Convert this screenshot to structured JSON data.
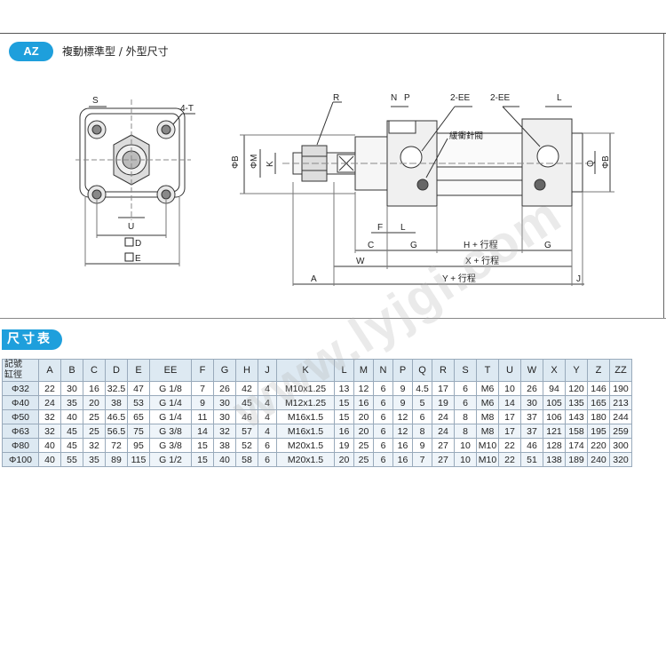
{
  "header": {
    "badge": "AZ",
    "title": "複動標準型 / 外型尺寸"
  },
  "drawing": {
    "labels": {
      "S": "S",
      "T": "4-T",
      "U": "U",
      "D": "D",
      "E": "E",
      "R": "R",
      "N": "N",
      "P": "P",
      "EE1": "2-EE",
      "EE2": "2-EE",
      "L_top": "L",
      "valve": "緩衝針閥",
      "phiB": "ΦB",
      "phiM": "ΦM",
      "K": "K",
      "F": "F",
      "L_bot": "L",
      "C": "C",
      "G1": "G",
      "HStroke": "H + 行程",
      "G2": "G",
      "W": "W",
      "XStroke": "X + 行程",
      "A": "A",
      "YStroke": "Y + 行程",
      "J": "J",
      "Q": "Q",
      "phiB2": "ΦB"
    }
  },
  "table_section": {
    "title": "尺寸表",
    "header_corner_top": "記號",
    "header_corner_bottom": "缸徑",
    "columns": [
      "A",
      "B",
      "C",
      "D",
      "E",
      "EE",
      "F",
      "G",
      "H",
      "J",
      "K",
      "L",
      "M",
      "N",
      "P",
      "Q",
      "R",
      "S",
      "T",
      "U",
      "W",
      "X",
      "Y",
      "Z",
      "ZZ"
    ],
    "rows": [
      {
        "bore": "Φ32",
        "values": [
          "22",
          "30",
          "16",
          "32.5",
          "47",
          "G 1/8",
          "7",
          "26",
          "42",
          "4",
          "M10x1.25",
          "13",
          "12",
          "6",
          "9",
          "4.5",
          "17",
          "6",
          "M6",
          "10",
          "26",
          "94",
          "120",
          "146",
          "190"
        ]
      },
      {
        "bore": "Φ40",
        "values": [
          "24",
          "35",
          "20",
          "38",
          "53",
          "G 1/4",
          "9",
          "30",
          "45",
          "4",
          "M12x1.25",
          "15",
          "16",
          "6",
          "9",
          "5",
          "19",
          "6",
          "M6",
          "14",
          "30",
          "105",
          "135",
          "165",
          "213"
        ]
      },
      {
        "bore": "Φ50",
        "values": [
          "32",
          "40",
          "25",
          "46.5",
          "65",
          "G 1/4",
          "11",
          "30",
          "46",
          "4",
          "M16x1.5",
          "15",
          "20",
          "6",
          "12",
          "6",
          "24",
          "8",
          "M8",
          "17",
          "37",
          "106",
          "143",
          "180",
          "244"
        ]
      },
      {
        "bore": "Φ63",
        "values": [
          "32",
          "45",
          "25",
          "56.5",
          "75",
          "G 3/8",
          "14",
          "32",
          "57",
          "4",
          "M16x1.5",
          "16",
          "20",
          "6",
          "12",
          "8",
          "24",
          "8",
          "M8",
          "17",
          "37",
          "121",
          "158",
          "195",
          "259"
        ]
      },
      {
        "bore": "Φ80",
        "values": [
          "40",
          "45",
          "32",
          "72",
          "95",
          "G 3/8",
          "15",
          "38",
          "52",
          "6",
          "M20x1.5",
          "19",
          "25",
          "6",
          "16",
          "9",
          "27",
          "10",
          "M10",
          "22",
          "46",
          "128",
          "174",
          "220",
          "300"
        ]
      },
      {
        "bore": "Φ100",
        "values": [
          "40",
          "55",
          "35",
          "89",
          "115",
          "G 1/2",
          "15",
          "40",
          "58",
          "6",
          "M20x1.5",
          "20",
          "25",
          "6",
          "16",
          "7",
          "27",
          "10",
          "M10",
          "22",
          "51",
          "138",
          "189",
          "240",
          "320"
        ]
      }
    ]
  },
  "watermark": "www.lyjgi.com",
  "colors": {
    "accent": "#1e9fdc",
    "header_bg": "#dde9f2",
    "row_alt": "#eef4f9"
  }
}
